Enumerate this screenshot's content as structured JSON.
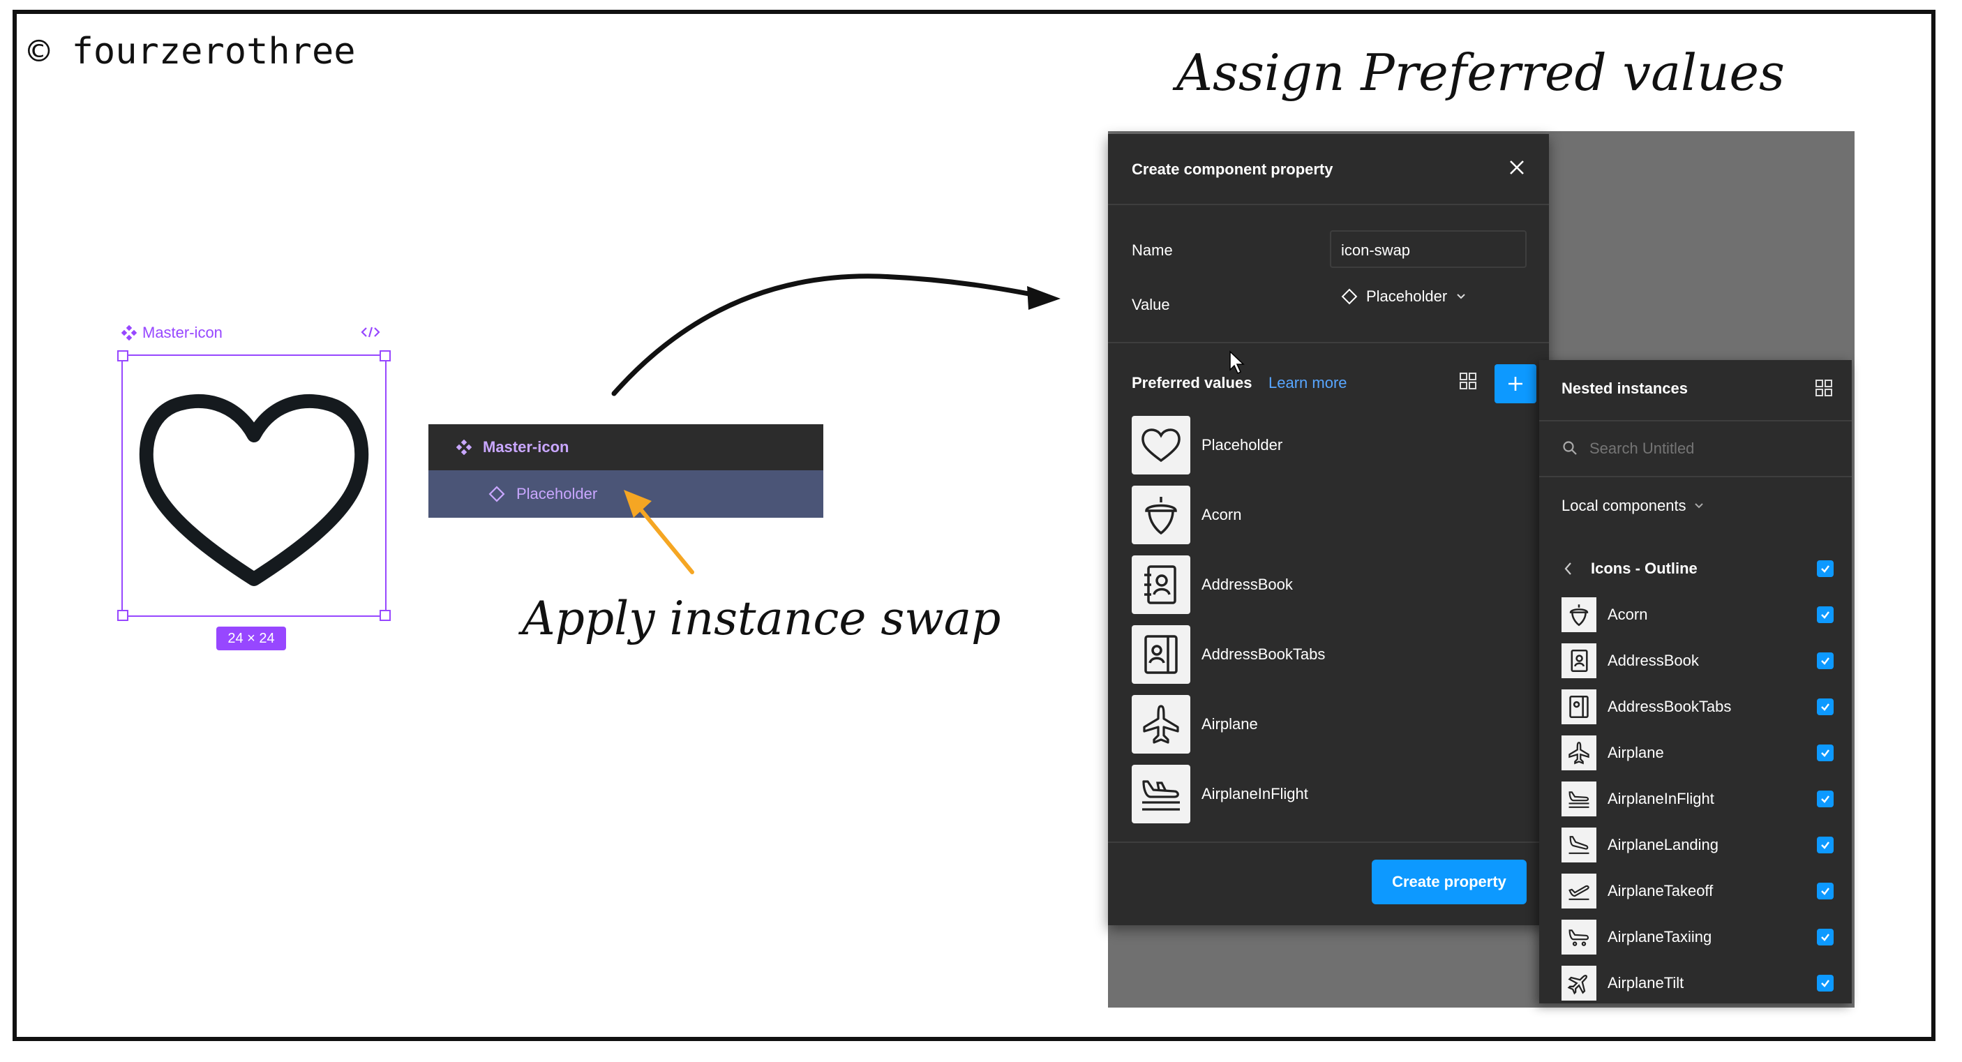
{
  "copyright": "© fourzerothree",
  "heading": "Assign Preferred values",
  "annotation": "Apply instance swap",
  "component": {
    "name": "Master-icon",
    "code_icon": "code-icon",
    "size_badge": "24 × 24"
  },
  "layers": {
    "parent": "Master-icon",
    "child": "Placeholder"
  },
  "dialog": {
    "title": "Create component property",
    "name_label": "Name",
    "name_value": "icon-swap",
    "value_label": "Value",
    "value_selected": "Placeholder",
    "preferred_label": "Preferred values",
    "learn_more": "Learn more",
    "preferred_items": [
      "Placeholder",
      "Acorn",
      "AddressBook",
      "AddressBookTabs",
      "Airplane",
      "AirplaneInFlight"
    ],
    "create_button": "Create property"
  },
  "nested": {
    "title": "Nested instances",
    "search_placeholder": "Search Untitled",
    "local_components": "Local components",
    "group": "Icons - Outline",
    "items": [
      "Acorn",
      "AddressBook",
      "AddressBookTabs",
      "Airplane",
      "AirplaneInFlight",
      "AirplaneLanding",
      "AirplaneTakeoff",
      "AirplaneTaxiing",
      "AirplaneTilt"
    ]
  },
  "colors": {
    "accent_blue": "#0d99ff",
    "component_purple": "#9747ff",
    "panel_bg": "#2c2c2c",
    "arrow_orange": "#f5a623"
  }
}
